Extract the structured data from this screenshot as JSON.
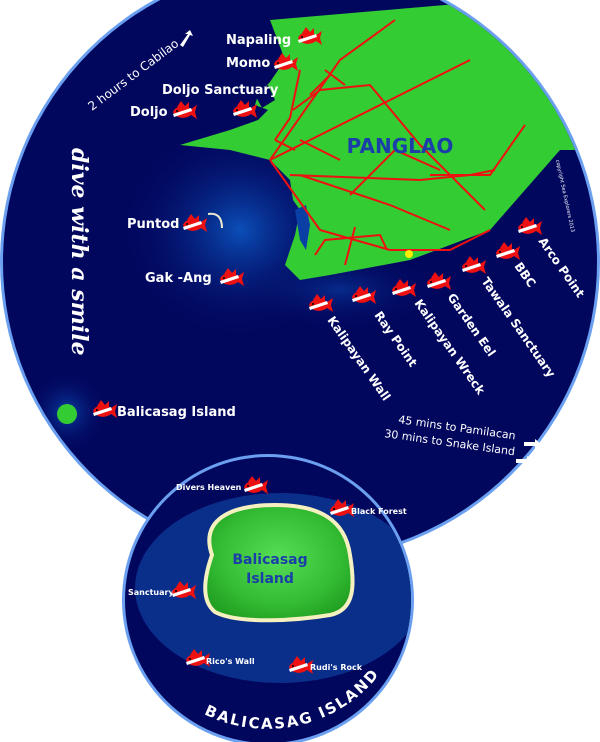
{
  "map": {
    "main_area_label": "PANGLAO",
    "tagline": "dive with a smile",
    "copyright": "copyright Sea Explorers 2013",
    "colors": {
      "ocean": "#02075e",
      "ocean_light": "#0a3fa5",
      "border": "#6b9ff0",
      "land": "#33cc33",
      "roads": "#ee1111",
      "island_label": "#1a3fa8",
      "marker_dot": "#ffee00",
      "fish": "#ee1111"
    },
    "directions": {
      "cabilao": "2 hours to Cabilao",
      "pamilacan": "45 mins to Pamilacan",
      "snake_island": "30 mins to Snake Island"
    },
    "north_sites": [
      {
        "name": "Napaling"
      },
      {
        "name": "Momo"
      },
      {
        "name": "Doljo Sanctuary"
      },
      {
        "name": "Doljo"
      }
    ],
    "west_sites": [
      {
        "name": "Puntod"
      },
      {
        "name": "Gak -Ang"
      },
      {
        "name": "Balicasag Island"
      }
    ],
    "south_sites": [
      {
        "name": "Kalipayan Wall"
      },
      {
        "name": "Ray Point"
      },
      {
        "name": "Kalipayan Wreck"
      },
      {
        "name": "Garden Eel"
      },
      {
        "name": "Tawala Sanctuary"
      },
      {
        "name": "BBC"
      },
      {
        "name": "Arco Point"
      }
    ]
  },
  "inset": {
    "title": "BALICASAG ISLAND",
    "island_label_line1": "Balicasag",
    "island_label_line2": "Island",
    "sites": [
      {
        "name": "Divers Heaven"
      },
      {
        "name": "Black Forest"
      },
      {
        "name": "Sanctuary"
      },
      {
        "name": "Rico's Wall"
      },
      {
        "name": "Rudi's Rock"
      }
    ]
  }
}
